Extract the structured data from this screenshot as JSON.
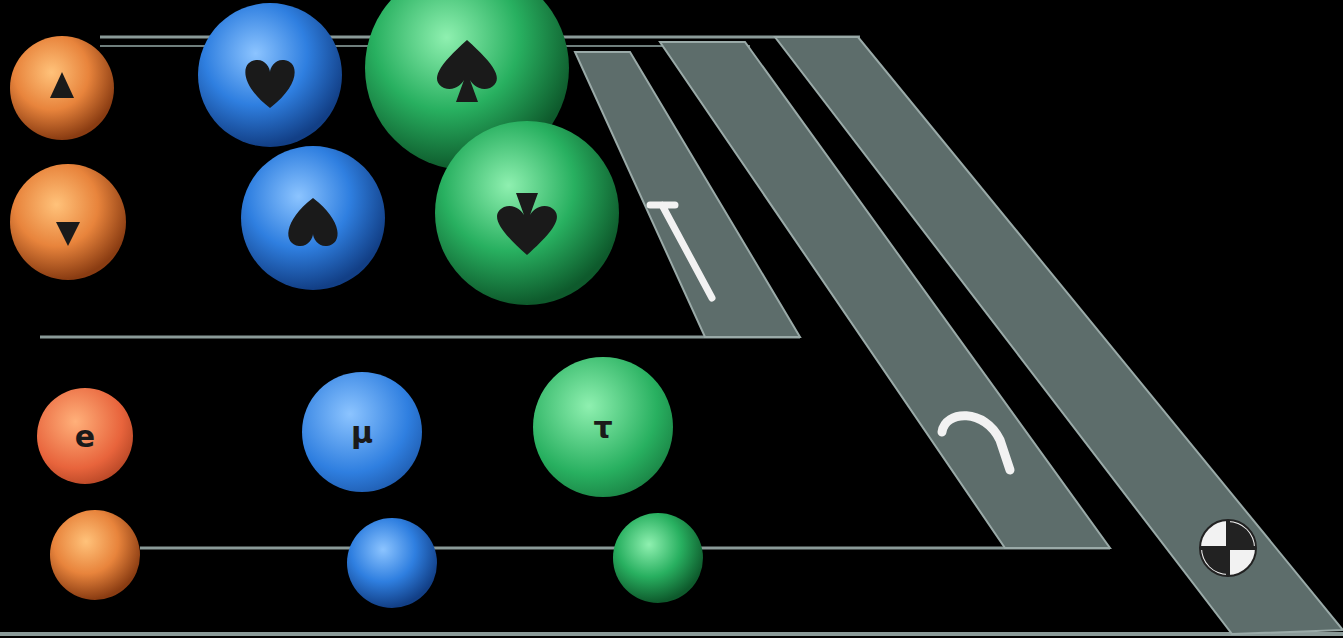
{
  "diagram": {
    "nodes": [
      {
        "text": [
          "e"
        ]
      },
      {
        "text": [
          "μ"
        ]
      },
      {
        "text": [
          "τ"
        ]
      }
    ]
  }
}
